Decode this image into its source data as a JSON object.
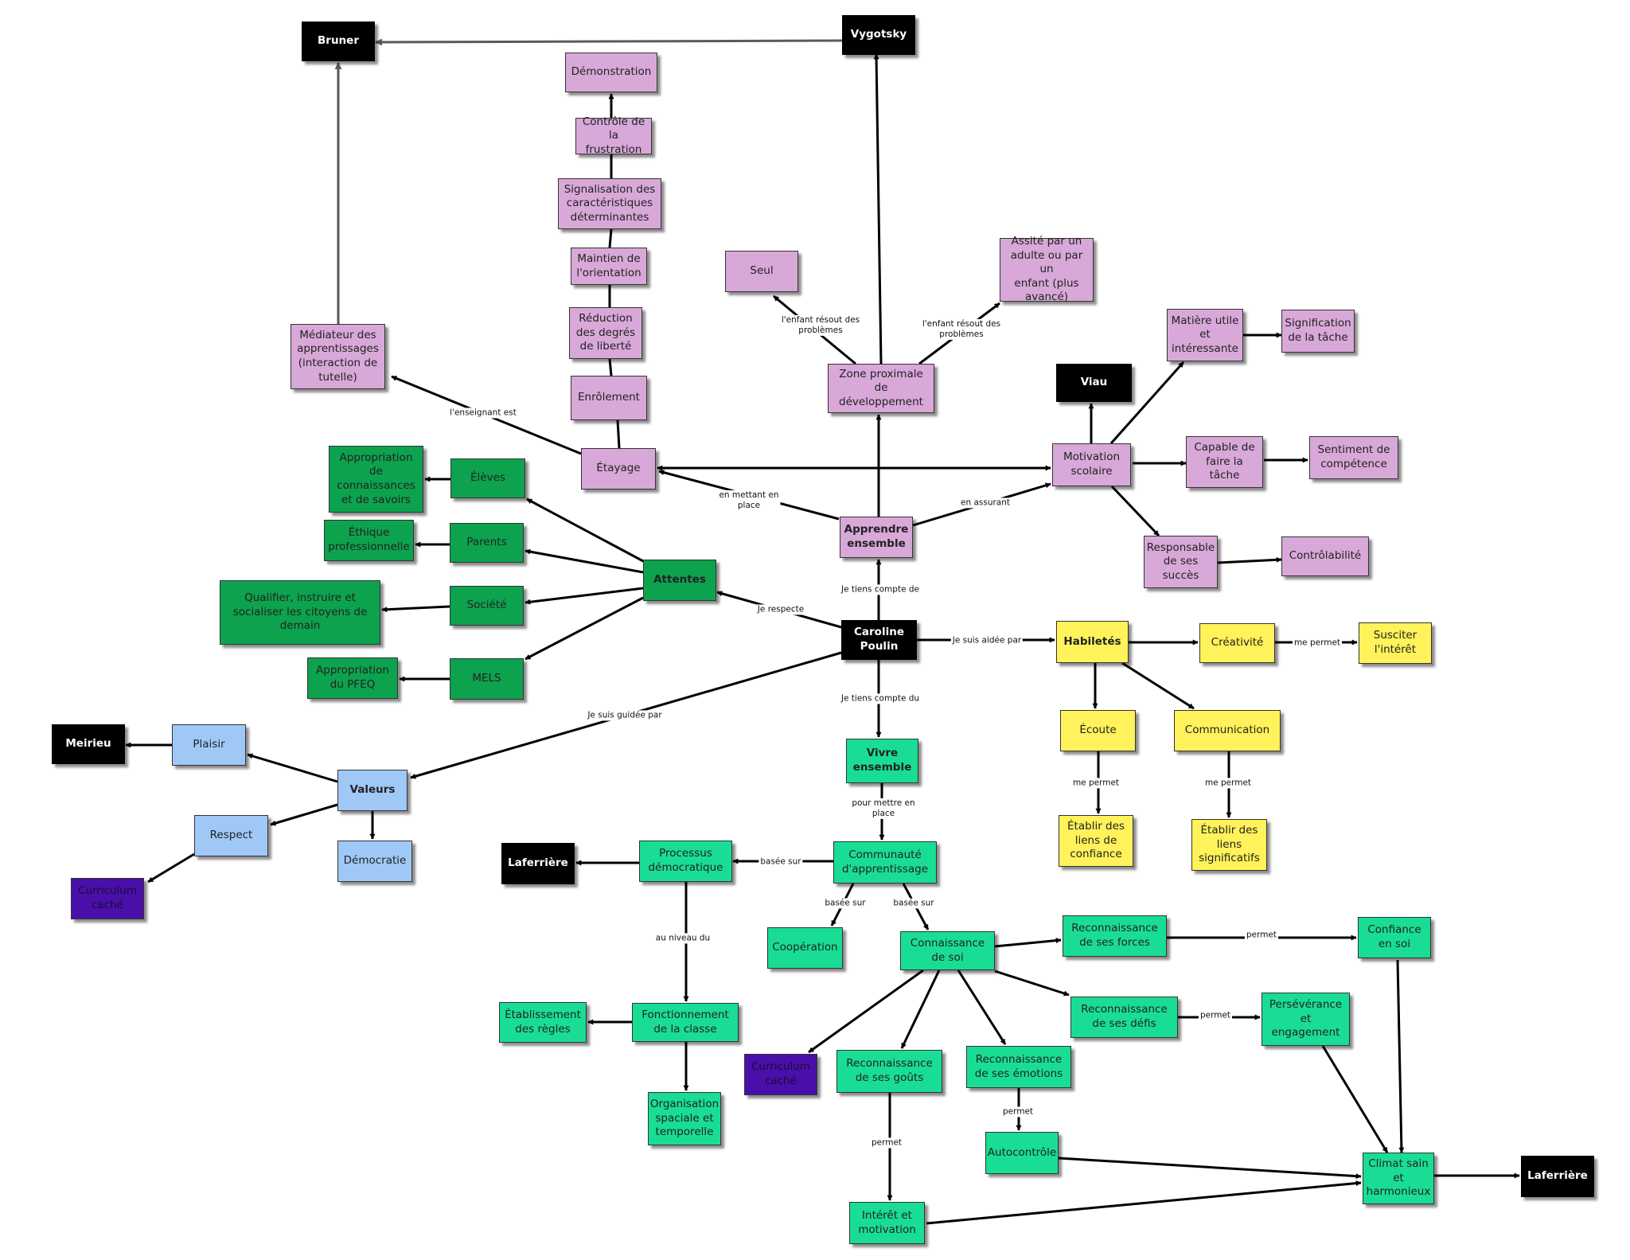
{
  "nodes": {
    "bruner": "Bruner",
    "vygotsky": "Vygotsky",
    "viau": "Viau",
    "meirieu": "Meirieu",
    "laferriere_1": "Laferrière",
    "laferriere_2": "Laferrière",
    "demonstration": "Démonstration",
    "controle_frustration": "Contrôle de\nla frustration",
    "signalisation": "Signalisation des\ncaractéristiques\ndéterminantes",
    "maintien_orientation": "Maintien de\nl'orientation",
    "reduction_degres": "Réduction\ndes degrés\nde liberté",
    "enrolement": "Enrôlement",
    "mediateur": "Médiateur des\napprentissages\n(interaction de\ntutelle)",
    "etayage": "Étayage",
    "seul": "Seul",
    "assiste": "Assité par un\nadulte ou par un\nenfant (plus\navancé)",
    "zpd": "Zone proximale de\ndéveloppement",
    "matiere_utile": "Matière utile\net\nintéressante",
    "signification_tache": "Signification\nde la tâche",
    "motivation_scolaire": "Motivation\nscolaire",
    "capable_faire": "Capable de\nfaire la\ntâche",
    "sentiment_competence": "Sentiment de\ncompétence",
    "responsable_succes": "Responsable\nde ses\nsuccès",
    "controlabilite": "Contrôlabilité",
    "apprendre_ensemble": "Apprendre\nensemble",
    "appropriation_savoirs": "Appropriation\nde\nconnaissances\net de savoirs",
    "eleves": "Élèves",
    "ethique": "Éthique\nprofessionnelle",
    "parents": "Parents",
    "qualifier": "Qualifier, instruire et\nsocialiser les citoyens de\ndemain",
    "societe": "Société",
    "appropriation_pfeq": "Appropriation\ndu PFEQ",
    "mels": "MELS",
    "attentes": "Attentes",
    "caroline": "Caroline\nPoulin",
    "habiletes": "Habiletés",
    "creativite": "Créativité",
    "susciter": "Susciter\nl'intérêt",
    "ecoute": "Écoute",
    "communication": "Communication",
    "liens_confiance": "Établir des\nliens de\nconfiance",
    "liens_significatifs": "Établir des\nliens\nsignificatifs",
    "plaisir": "Plaisir",
    "valeurs": "Valeurs",
    "respect": "Respect",
    "democratie": "Démocratie",
    "curriculum_cache_1": "Curriculum\ncaché",
    "vivre_ensemble": "Vivre\nensemble",
    "processus_democratique": "Processus\ndémocratique",
    "communaute": "Communauté\nd'apprentissage",
    "cooperation": "Coopération",
    "connaissance_soi": "Connaissance\nde soi",
    "reco_forces": "Reconnaissance\nde ses forces",
    "confiance_soi": "Confiance\nen soi",
    "reco_defis": "Reconnaissance\nde ses défis",
    "perseverance": "Persévérance\net\nengagement",
    "etablissement_regles": "Établissement\ndes règles",
    "fonctionnement_classe": "Fonctionnement\nde la classe",
    "curriculum_cache_2": "Curriculum\ncaché",
    "reco_gouts": "Reconnaissance\nde ses goûts",
    "reco_emotions": "Reconnaissance\nde ses émotions",
    "organisation": "Organisation\nspaciale et\ntemporelle",
    "autocontrole": "Autocontrôle",
    "climat": "Climat sain\net\nharmonieux",
    "interet_motivation": "Intérêt et\nmotivation"
  },
  "links": {
    "enfant_seul": "l'enfant résout des\nproblèmes",
    "enfant_assiste": "l'enfant résout des\nproblèmes",
    "enseignant_est": "l'enseignant est",
    "en_mettant": "en mettant en\nplace",
    "en_assurant": "en assurant",
    "tiens_compte_de": "Je tiens compte de",
    "je_respecte": "Je respecte",
    "aidee_par": "Je suis aidée par",
    "me_permet_1": "me permet",
    "me_permet_2": "me permet",
    "me_permet_3": "me permet",
    "guidee_par": "Je suis guidée par",
    "tiens_compte_du": "Je tiens compte du",
    "pour_mettre": "pour mettre en\nplace",
    "basee_sur_1": "basée sur",
    "basee_sur_2": "basée sur",
    "basee_sur_3": "basée sur",
    "au_niveau": "au niveau du",
    "permet_1": "permet",
    "permet_2": "permet",
    "permet_3": "permet",
    "permet_4": "permet"
  },
  "colors": {
    "lavender": "#d8a8d8",
    "black": "#000000",
    "green": "#0ca24e",
    "turquoise": "#19dd94",
    "yellow": "#fff25a",
    "blue": "#9fc8f7",
    "purple": "#4a0fa8",
    "gray_edge": "#5a5a5a",
    "edge": "#000000"
  }
}
